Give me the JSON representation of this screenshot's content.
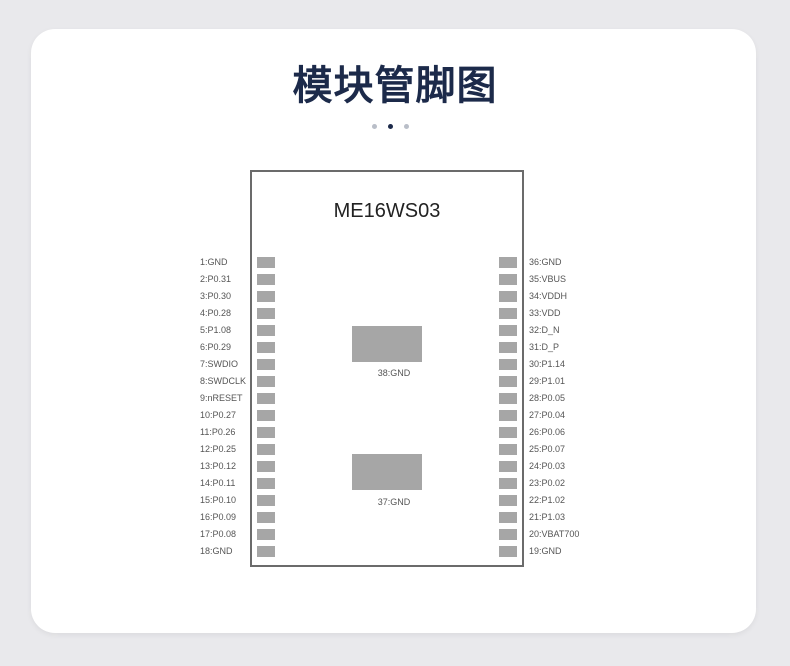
{
  "title": "模块管脚图",
  "module_name": "ME16WS03",
  "left_pins": [
    "1:GND",
    "2:P0.31",
    "3:P0.30",
    "4:P0.28",
    "5:P1.08",
    "6:P0.29",
    "7:SWDIO",
    "8:SWDCLK",
    "9:nRESET",
    "10:P0.27",
    "11:P0.26",
    "12:P0.25",
    "13:P0.12",
    "14:P0.11",
    "15:P0.10",
    "16:P0.09",
    "17:P0.08",
    "18:GND"
  ],
  "right_pins": [
    "36:GND",
    "35:VBUS",
    "34:VDDH",
    "33:VDD",
    "32:D_N",
    "31:D_P",
    "30:P1.14",
    "29:P1.01",
    "28:P0.05",
    "27:P0.04",
    "26:P0.06",
    "25:P0.07",
    "24:P0.03",
    "23:P0.02",
    "22:P1.02",
    "21:P1.03",
    "20:VBAT700",
    "19:GND"
  ],
  "center_pads": [
    "38:GND",
    "37:GND"
  ],
  "colors": {
    "title": "#1c2a4a",
    "pad": "#a6a6a6",
    "outline": "#6b6b6b",
    "background": "#e9e9ec"
  }
}
